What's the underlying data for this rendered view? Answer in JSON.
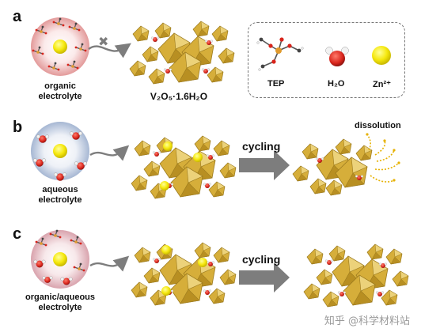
{
  "panels": {
    "a": {
      "letter": "a",
      "sphere_caption": [
        "organic",
        "electrolyte"
      ],
      "product_label": "V₂O₅·1.6H₂O",
      "blocked_mark": "✖"
    },
    "b": {
      "letter": "b",
      "sphere_caption": [
        "aqueous",
        "electrolyte"
      ],
      "cycling_label": "cycling",
      "dissolution_label": "dissolution"
    },
    "c": {
      "letter": "c",
      "sphere_caption": [
        "organic/aqueous",
        "electrolyte"
      ],
      "cycling_label": "cycling"
    }
  },
  "legend": {
    "items": [
      {
        "label": "TEP",
        "icon": "tep-molecule-icon"
      },
      {
        "label": "H₂O",
        "icon": "water-molecule-icon"
      },
      {
        "label": "Zn²⁺",
        "icon": "zinc-ion-icon"
      }
    ]
  },
  "colors": {
    "vanadium_polyhedra": "#d9b23f",
    "zinc_ion": "#f7ea10",
    "water_oxygen": "#d8241b",
    "organic_halo": "#e9a6a6",
    "aqueous_halo": "#a9bcd9",
    "arrow_gray": "#7d7d7d",
    "dissolution_dots": "#e6b100"
  },
  "watermark": "知乎 @科学材料站"
}
